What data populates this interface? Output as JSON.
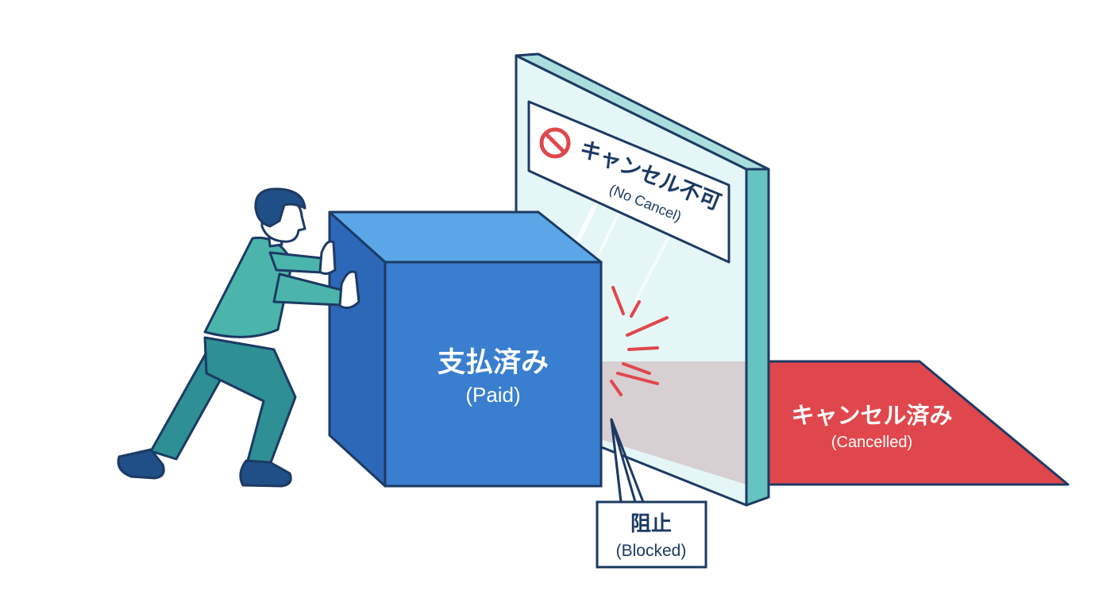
{
  "box": {
    "label_jp": "支払済み",
    "label_en": "(Paid)"
  },
  "sign": {
    "label_jp": "キャンセル不可",
    "label_en": "(No Cancel)",
    "icon": "prohibited-icon"
  },
  "target": {
    "label_jp": "キャンセル済み",
    "label_en": "(Cancelled)"
  },
  "callout": {
    "label_jp": "阻止",
    "label_en": "(Blocked)"
  },
  "colors": {
    "navy": "#1c3a63",
    "box_front": "#3a7fcf",
    "box_top": "#5aa6e6",
    "box_side": "#2d68b8",
    "glass": "#d6eef0",
    "glass_edge": "#67c3c0",
    "cancel_red": "#e0474c",
    "person_shirt": "#4bb5ac",
    "person_pants": "#2e8f95",
    "skin": "#ffffff",
    "hair": "#1f4f86"
  }
}
